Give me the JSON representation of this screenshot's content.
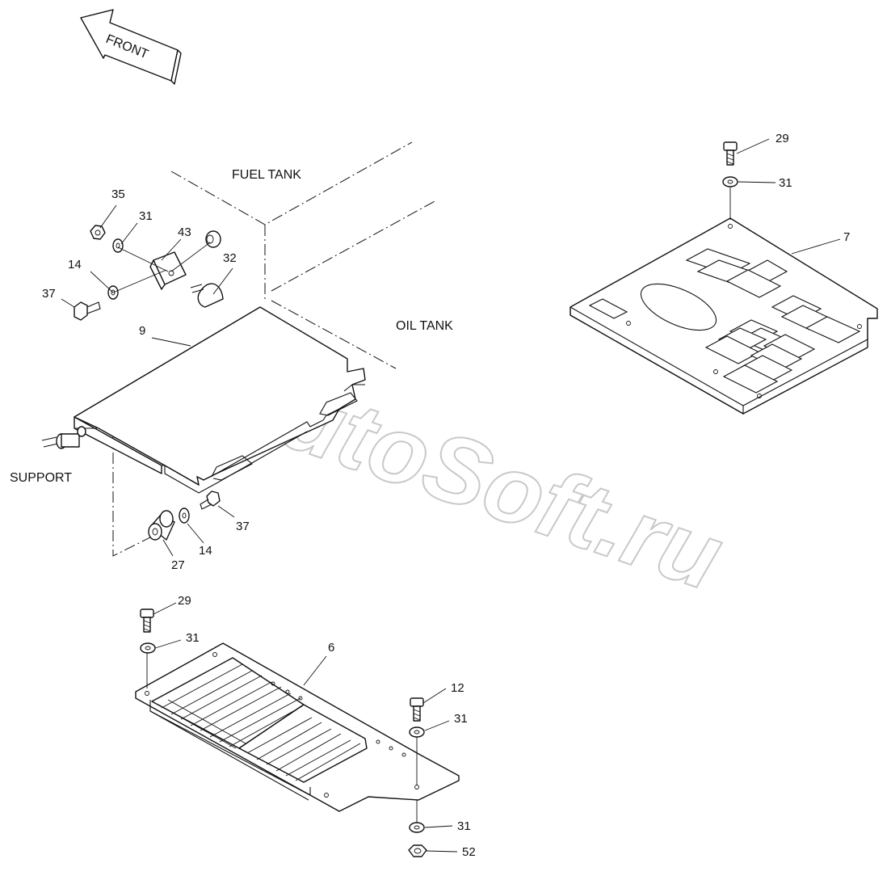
{
  "direction": {
    "label": "FRONT"
  },
  "reference_labels": {
    "fuel_tank": "FUEL TANK",
    "oil_tank": "OIL TANK",
    "support": "SUPPORT"
  },
  "callouts": {
    "n35": "35",
    "n31a": "31",
    "n43": "43",
    "n14a": "14",
    "n32": "32",
    "n37a": "37",
    "n9": "9",
    "n37b": "37",
    "n14b": "14",
    "n27": "27",
    "n29a": "29",
    "n31b": "31",
    "n7": "7",
    "n29b": "29",
    "n31c": "31",
    "n6": "6",
    "n12": "12",
    "n31d": "31",
    "n31e": "31",
    "n52": "52"
  },
  "watermark": "AutoSoft.ru",
  "colors": {
    "line": "#111111",
    "background": "#ffffff",
    "watermark": "#c9c9c9"
  }
}
